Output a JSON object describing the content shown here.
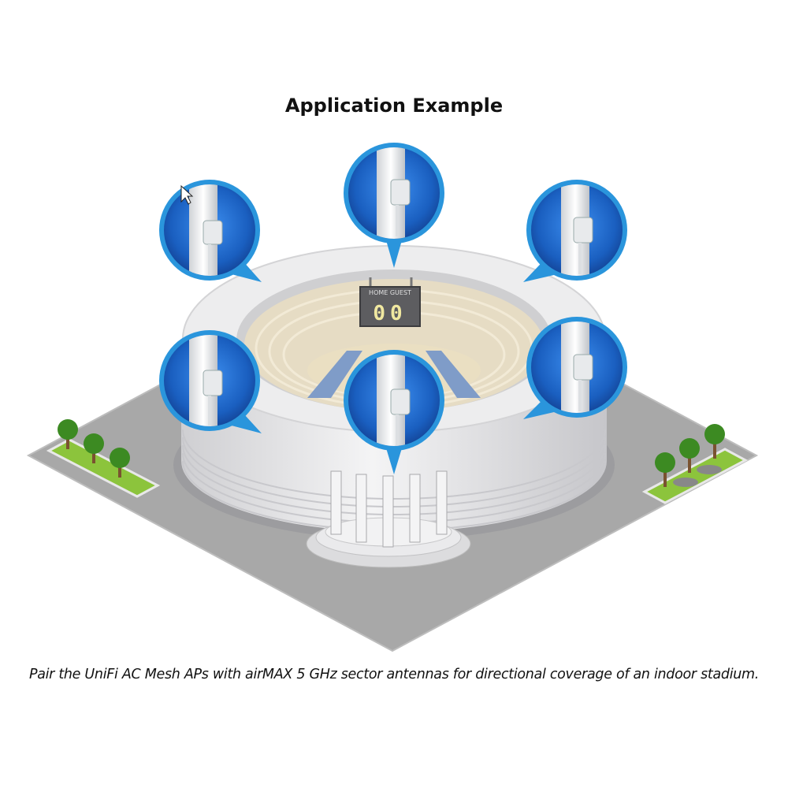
{
  "title": "Application Example",
  "caption": "Pair the UniFi AC Mesh APs with airMAX 5 GHz sector antennas for directional coverage of an indoor stadium.",
  "scoreboard": {
    "label": "HOME GUEST",
    "score": "00"
  },
  "colors": {
    "ground": "#a8a8a8",
    "stadium": "#e8e8ea",
    "seating": "#e6dcc4",
    "callout_ring": "#2a95dc",
    "callout_fill": "#1a5fc0",
    "tree_foliage": "#3c8a22",
    "lawn": "#8cc43c"
  },
  "callouts": [
    {
      "name": "callout-top-left",
      "icon": "sector-antenna-icon"
    },
    {
      "name": "callout-top-center",
      "icon": "sector-antenna-icon"
    },
    {
      "name": "callout-top-right",
      "icon": "sector-antenna-icon"
    },
    {
      "name": "callout-mid-left",
      "icon": "sector-antenna-icon"
    },
    {
      "name": "callout-bottom-center",
      "icon": "sector-antenna-icon"
    },
    {
      "name": "callout-mid-right",
      "icon": "sector-antenna-icon"
    }
  ]
}
